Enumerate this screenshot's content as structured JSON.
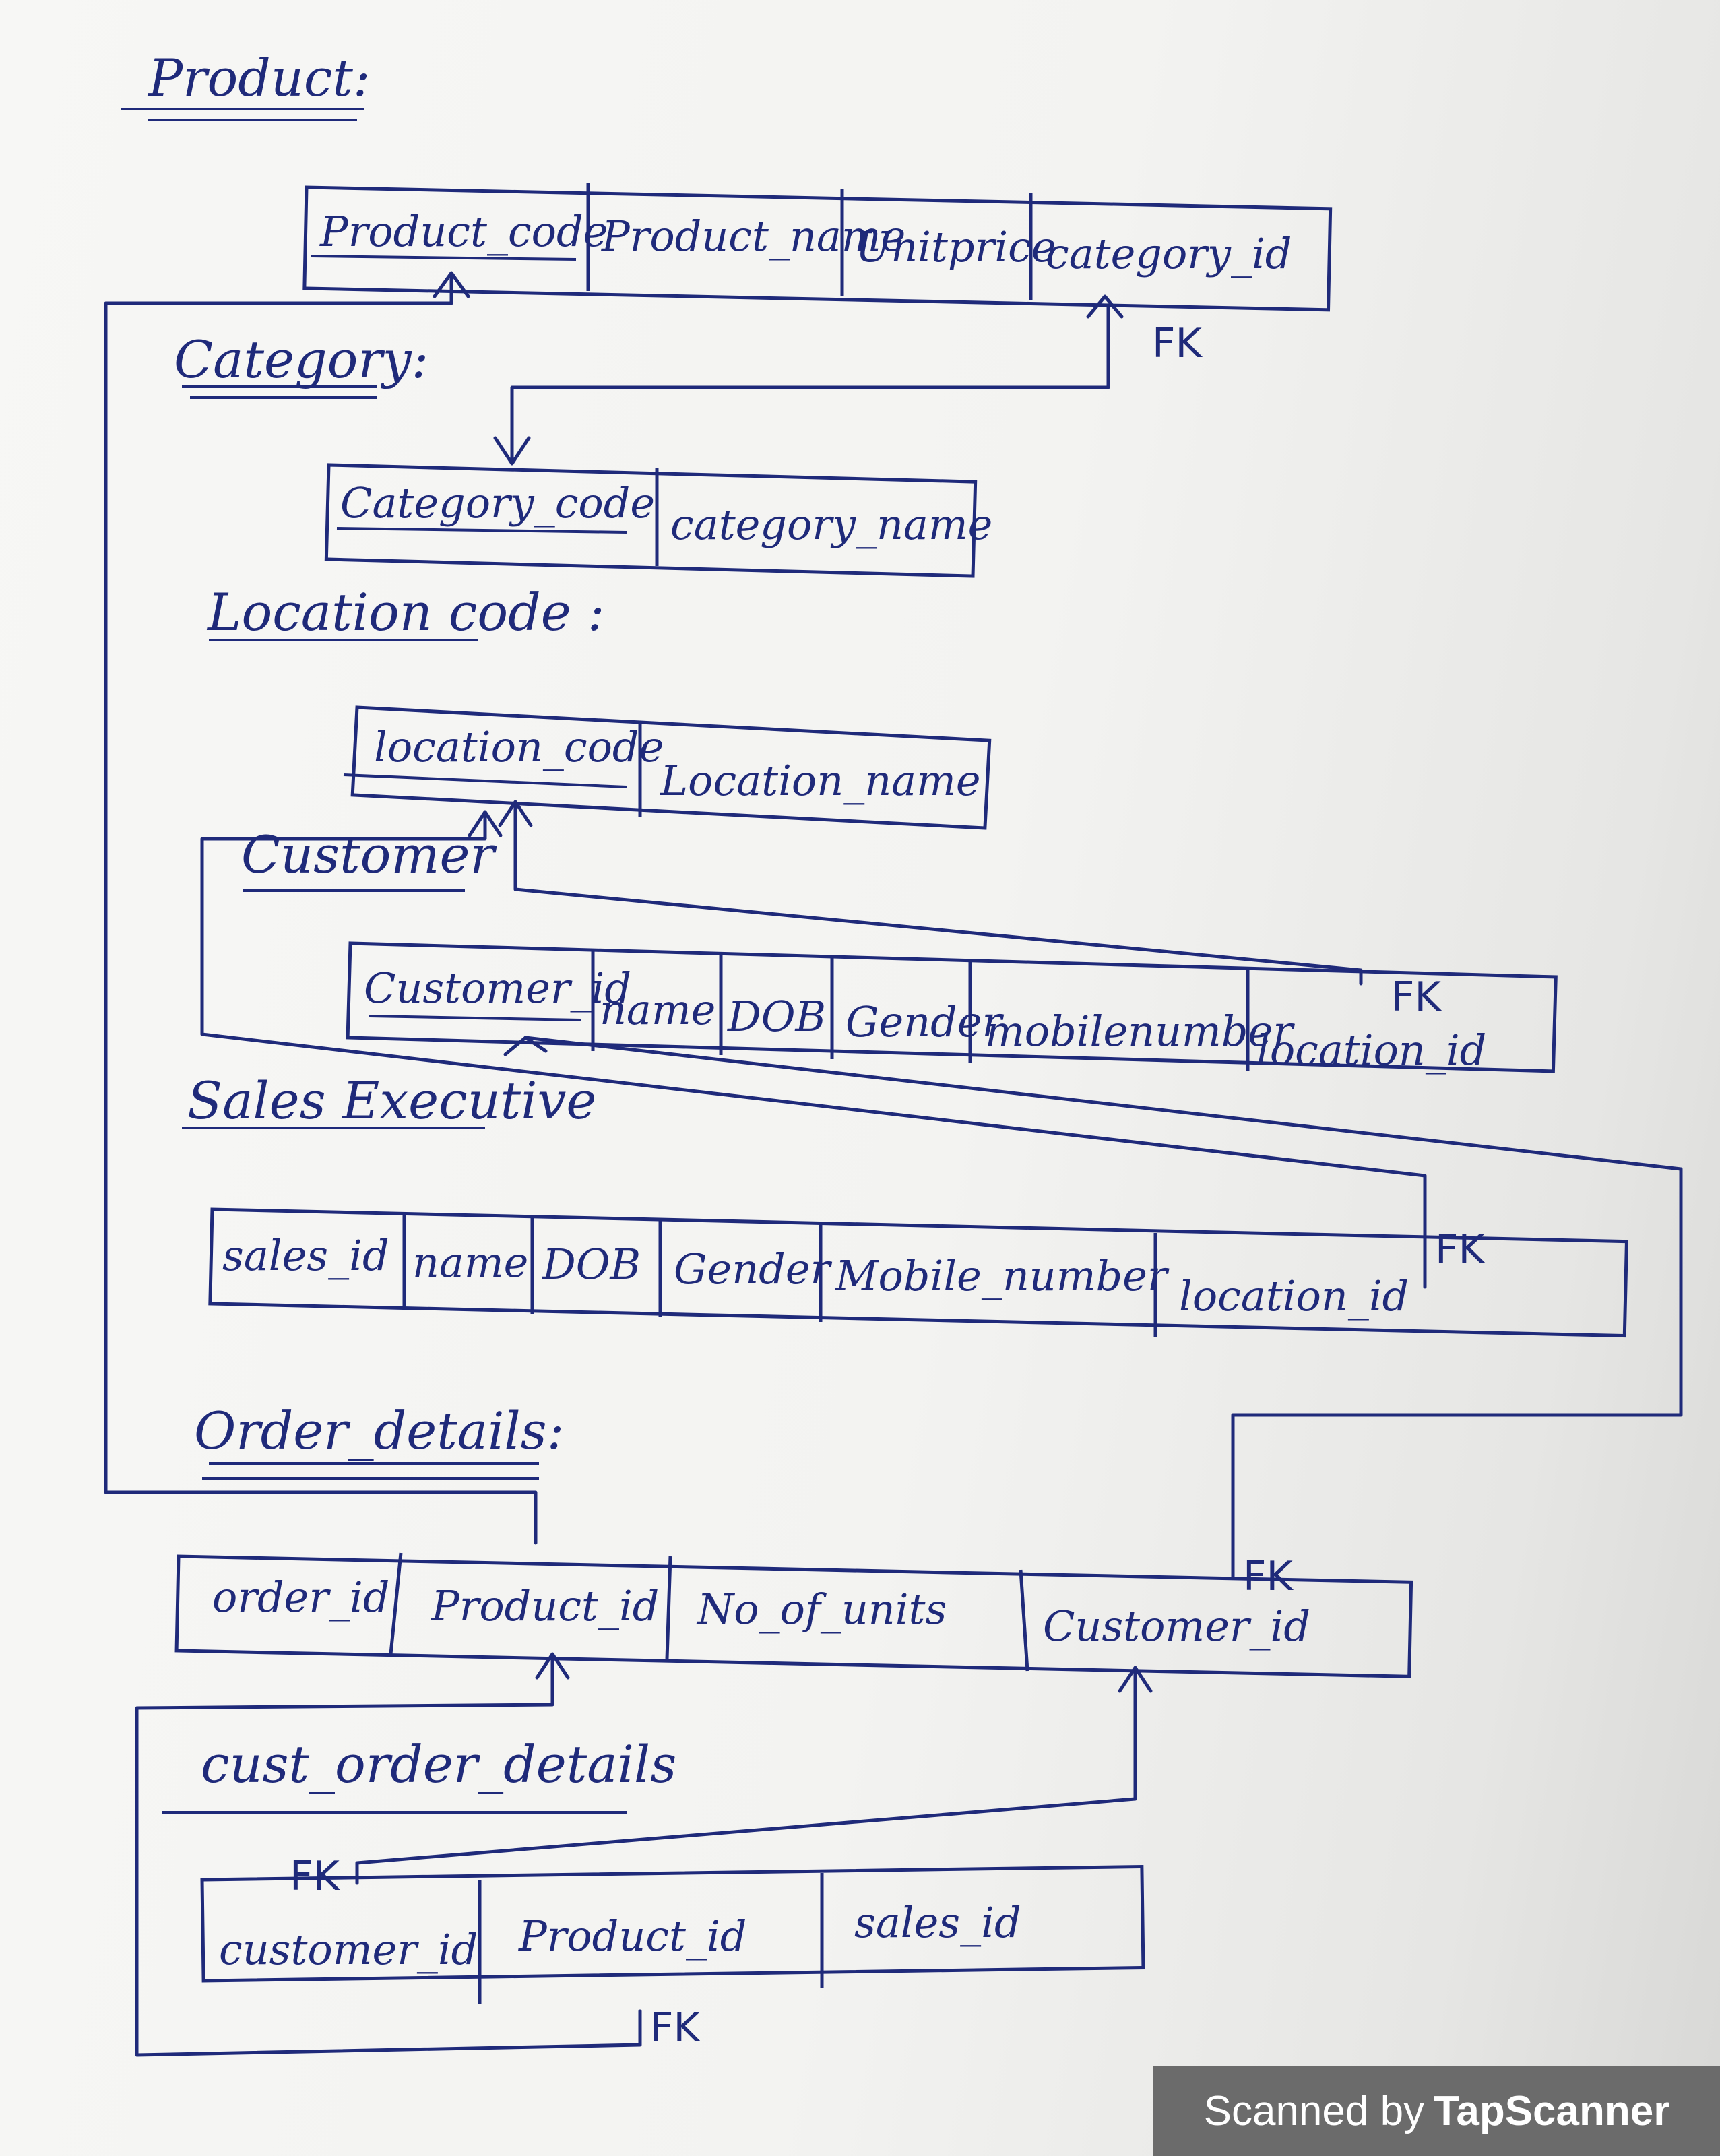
{
  "tables": [
    {
      "id": "product",
      "title": "Product:",
      "columns": [
        "Product_code",
        "Product_name",
        "Unitprice",
        "category_id"
      ]
    },
    {
      "id": "category",
      "title": "Category:",
      "columns": [
        "Category_code",
        "category_name"
      ]
    },
    {
      "id": "location",
      "title": "Location code :",
      "columns": [
        "location_code",
        "Location_name"
      ]
    },
    {
      "id": "customer",
      "title": "Customer",
      "columns": [
        "Customer_id",
        "name",
        "DOB",
        "Gender",
        "mobilenumber",
        "location_id"
      ]
    },
    {
      "id": "sales_executive",
      "title": "Sales Executive",
      "columns": [
        "sales_id",
        "name",
        "DOB",
        "Gender",
        "Mobile_number",
        "location_id"
      ]
    },
    {
      "id": "order_details",
      "title": "Order_details:",
      "columns": [
        "order_id",
        "Product_id",
        "No_of_units",
        "Customer_id"
      ]
    },
    {
      "id": "cust_order_details",
      "title": "cust_order_details",
      "columns": [
        "customer_id",
        "Product_id",
        "sales_id"
      ]
    }
  ],
  "fk_labels": [
    "FK",
    "FK",
    "FK",
    "FK",
    "FK",
    "FK"
  ],
  "watermark": {
    "prefix": "Scanned by",
    "brand": "TapScanner"
  }
}
